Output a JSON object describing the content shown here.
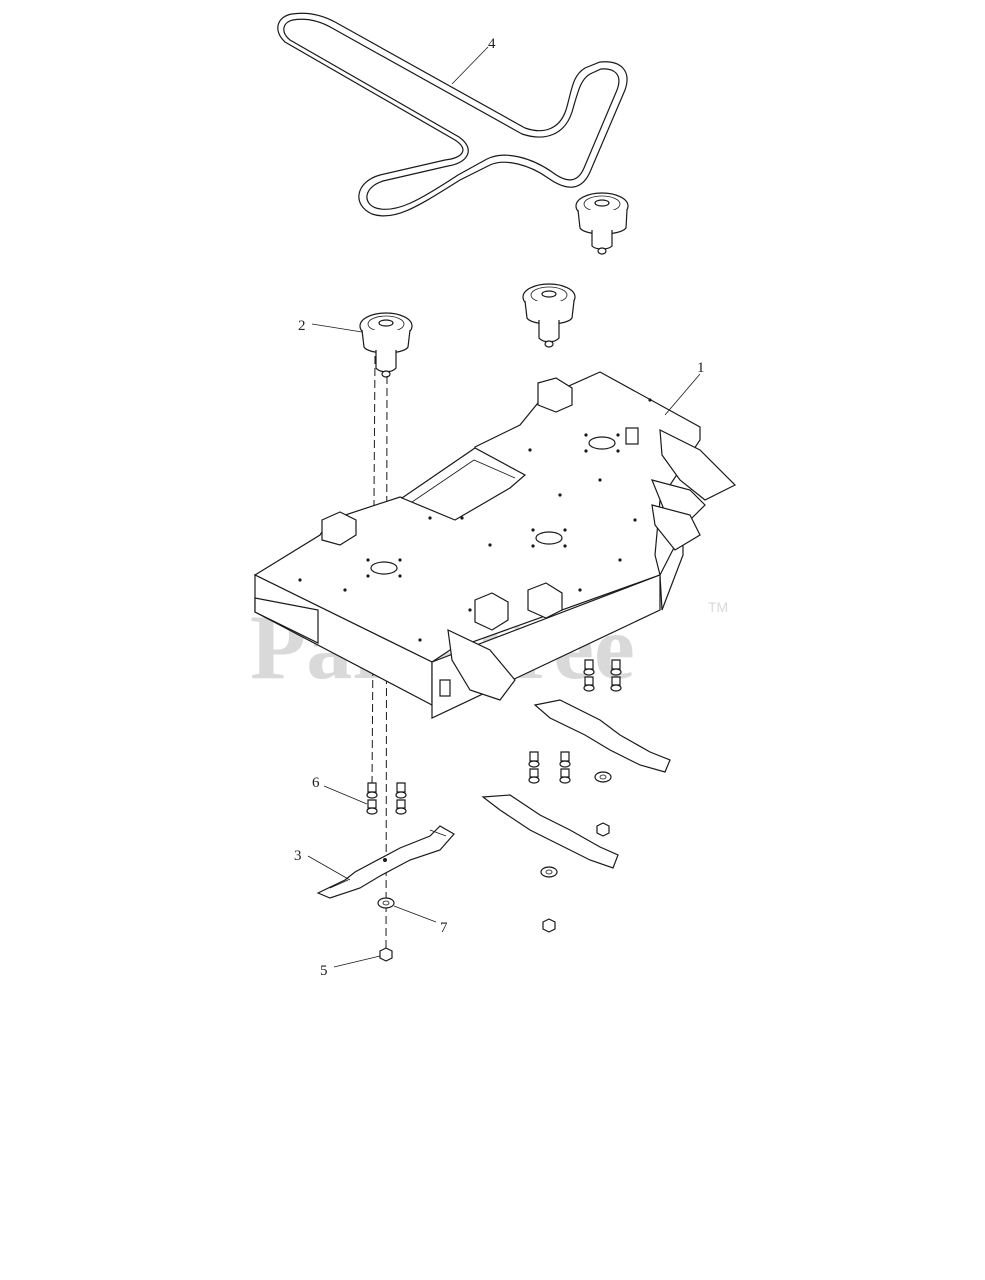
{
  "watermark": {
    "text": "PartsTree",
    "trademark": "TM"
  },
  "callouts": [
    {
      "id": "1",
      "label": "1",
      "part": "deck-housing"
    },
    {
      "id": "2",
      "label": "2",
      "part": "spindle-assembly"
    },
    {
      "id": "3",
      "label": "3",
      "part": "mower-blade"
    },
    {
      "id": "4",
      "label": "4",
      "part": "deck-belt"
    },
    {
      "id": "5",
      "label": "5",
      "part": "blade-nut"
    },
    {
      "id": "6",
      "label": "6",
      "part": "spindle-bolt"
    },
    {
      "id": "7",
      "label": "7",
      "part": "blade-washer"
    }
  ]
}
